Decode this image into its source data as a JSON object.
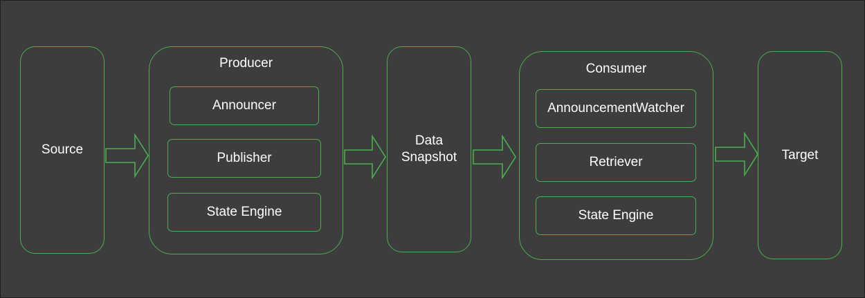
{
  "colors": {
    "background": "#3d3d3d",
    "stroke": "#4caf50",
    "text": "#ffffff"
  },
  "nodes": {
    "source": {
      "label": "Source"
    },
    "producer": {
      "title": "Producer",
      "components": [
        "Announcer",
        "Publisher",
        "State Engine"
      ]
    },
    "data_snapshot": {
      "line1": "Data",
      "line2": "Snapshot"
    },
    "consumer": {
      "title": "Consumer",
      "components": [
        "AnnouncementWatcher",
        "Retriever",
        "State Engine"
      ]
    },
    "target": {
      "label": "Target"
    }
  },
  "edges": [
    {
      "from": "Source",
      "to": "Producer"
    },
    {
      "from": "Producer",
      "to": "Data Snapshot"
    },
    {
      "from": "Data Snapshot",
      "to": "Consumer"
    },
    {
      "from": "Consumer",
      "to": "Target"
    }
  ]
}
